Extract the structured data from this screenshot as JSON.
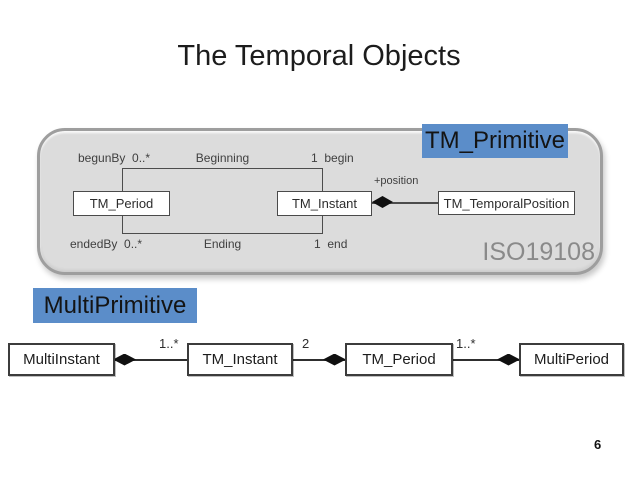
{
  "slide": {
    "title": "The Temporal Objects",
    "page_number": "6"
  },
  "panel": {
    "tag": "TM_Primitive",
    "watermark": "ISO19108",
    "association_top": {
      "role_left": "begunBy  0..*",
      "name": "Beginning",
      "role_right": "1  begin"
    },
    "association_bottom": {
      "role_left": "endedBy  0..*",
      "name": "Ending",
      "role_right": "1  end"
    },
    "position_label": "+position",
    "classes": {
      "period": "TM_Period",
      "instant": "TM_Instant",
      "temporal_position": "TM_TemporalPosition"
    }
  },
  "multi": {
    "tag": "MultiPrimitive",
    "boxes": [
      {
        "label": "MultiInstant"
      },
      {
        "label": "TM_Instant"
      },
      {
        "label": "TM_Period"
      },
      {
        "label": "MultiPeriod"
      }
    ],
    "multiplicities": [
      "1..*",
      "2",
      "1..*"
    ]
  },
  "colors": {
    "accent_blue": "#5b8dc9",
    "panel_fill": "#dcdcdc",
    "panel_border": "#9e9e9e",
    "watermark_gray": "#8a8a8a",
    "diagram_line": "#3c3c3c"
  }
}
